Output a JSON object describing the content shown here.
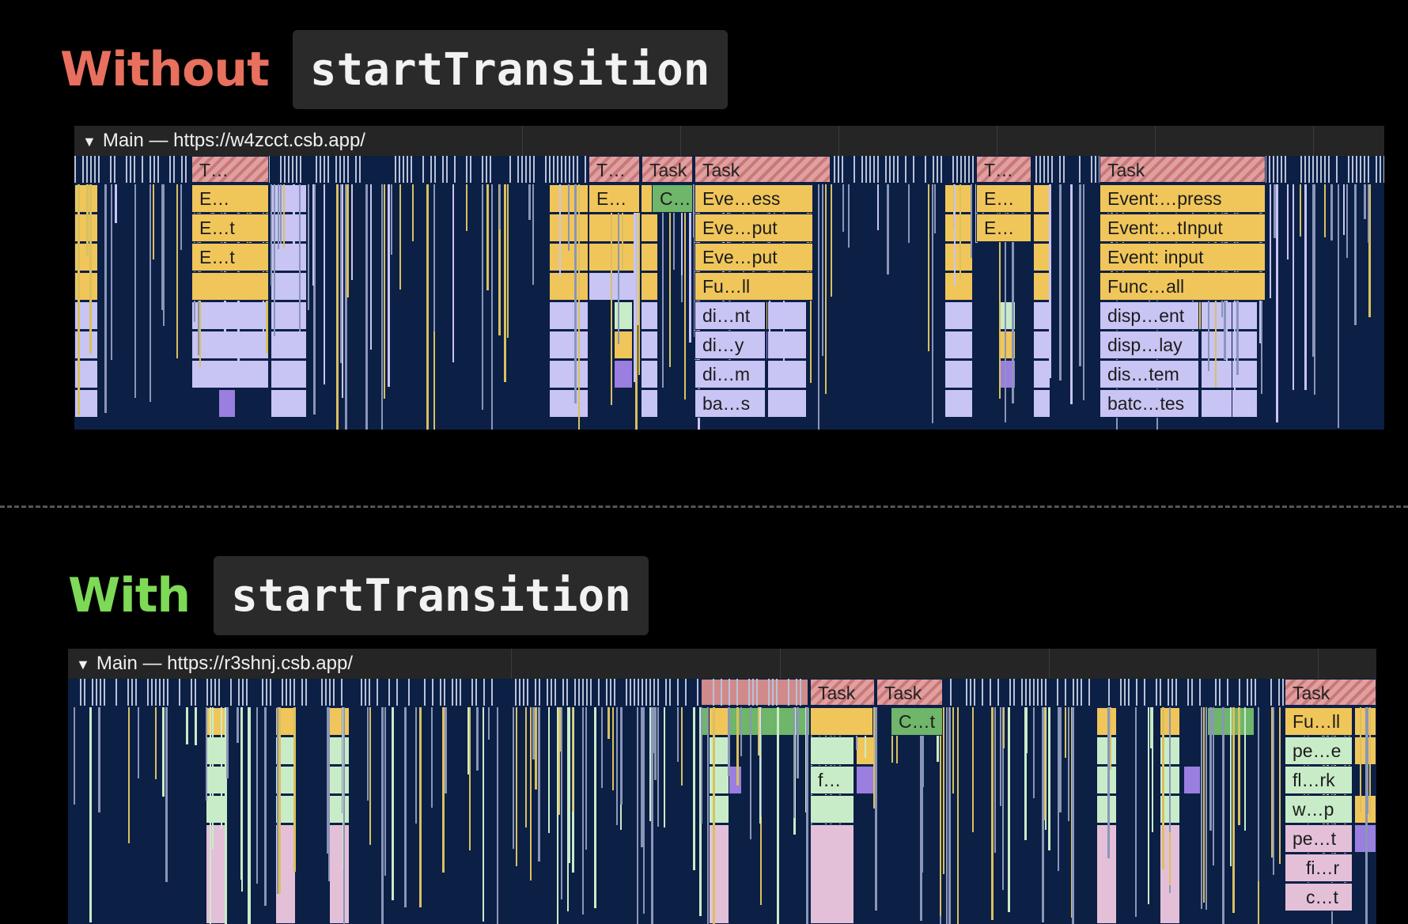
{
  "top": {
    "heading_word": "Without",
    "code": "startTransition",
    "track_title": "Main — https://w4zcct.csb.app/",
    "labels": {
      "t1": "T…",
      "task1": "Task",
      "task2": "Task",
      "t2": "T…",
      "task3": "Task",
      "e1": "E…",
      "et1": "E…t",
      "et2": "E…t",
      "e2": "E…",
      "c1": "C…",
      "eve1": "Eve…ess",
      "eve2": "Eve…put",
      "eve3": "Eve…put",
      "fu1": "Fu…ll",
      "di1": "di…nt",
      "di2": "di…y",
      "di3": "di…m",
      "ba1": "ba…s",
      "t3": "T…",
      "e3": "E…",
      "e4": "E…",
      "ev1": "Event:…press",
      "ev2": "Event:…tInput",
      "ev3": "Event: input",
      "func1": "Func…all",
      "disp1": "disp…ent",
      "disp2": "disp…lay",
      "dis1": "dis…tem",
      "batc1": "batc…tes"
    }
  },
  "bottom": {
    "heading_word": "With",
    "code": "startTransition",
    "track_title": "Main — https://r3shnj.csb.app/",
    "labels": {
      "task1": "Task",
      "task2": "Task",
      "task3": "Task",
      "ct1": "C…t",
      "f1": "f…",
      "fu1": "Fu…ll",
      "pe1": "pe…e",
      "fl1": "fl…rk",
      "w1": "w…p",
      "pe2": "pe…t",
      "fi1": "fi…r",
      "c1": "c…t"
    }
  },
  "colors": {
    "without_word": "#e8705e",
    "with_word": "#7ed957",
    "flame_bg": "#0c1f45",
    "yellow": "#f0c65a",
    "lavender": "#c8c4f4",
    "green": "#6fb56a",
    "mint": "#c9ecc8",
    "pink": "#e4c0d8",
    "purple": "#9a7ee0"
  }
}
